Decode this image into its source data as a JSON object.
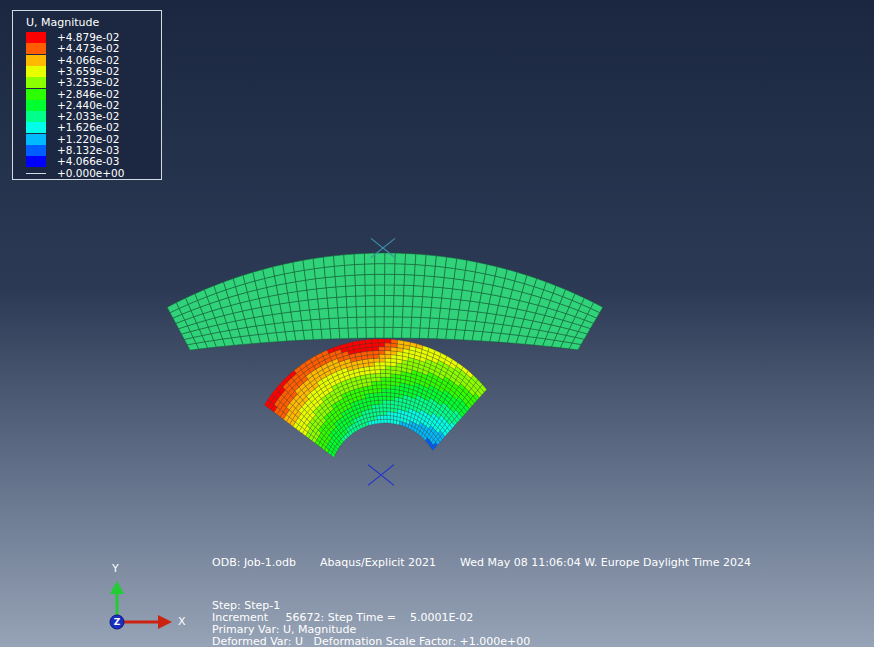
{
  "diagram": {
    "labels": [
      "U, Magnitude",
      "ODB: Job-1.odb",
      "Abaqus/Explicit 2021",
      "Wed May 08 11:06:04 W. Europe Daylight Time 2024",
      "Step: Step-1",
      "Increment     56672: Step Time =    5.0001E-02",
      "Primary Var: U, Magnitude",
      "Deformed Var: U   Deformation Scale Factor: +1.000e+00",
      "Y",
      "X",
      "Z"
    ],
    "legend": [
      {
        "text": "+4.879e-02",
        "color": "#ff0000"
      },
      {
        "text": "+4.473e-02",
        "color": "#ff5d00"
      },
      {
        "text": "+4.066e-02",
        "color": "#ffb900"
      },
      {
        "text": "+3.659e-02",
        "color": "#e8ff00"
      },
      {
        "text": "+3.253e-02",
        "color": "#8bff00"
      },
      {
        "text": "+2.846e-02",
        "color": "#2eff00"
      },
      {
        "text": "+2.440e-02",
        "color": "#00ff2e"
      },
      {
        "text": "+2.033e-02",
        "color": "#00ff8b"
      },
      {
        "text": "+1.626e-02",
        "color": "#00ffe8"
      },
      {
        "text": "+1.220e-02",
        "color": "#00b9ff"
      },
      {
        "text": "+8.132e-03",
        "color": "#005dff"
      },
      {
        "text": "+4.066e-03",
        "color": "#0000ff"
      },
      {
        "text": "+0.000e+00"
      }
    ]
  }
}
